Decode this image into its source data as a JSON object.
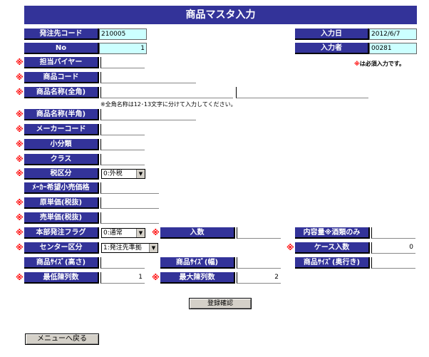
{
  "title": "商品マスタ入力",
  "required_mark": "※",
  "header": {
    "order_dest_label": "発注先コード",
    "order_dest_value": "210005",
    "no_label": "No",
    "no_value": "1",
    "entry_date_label": "入力日",
    "entry_date_value": "2012/6/7",
    "entry_user_label": "入力者",
    "entry_user_value": "00281"
  },
  "required_note": "※は必須入力です。",
  "fields": {
    "buyer": "担当バイヤー",
    "product_code": "商品コード",
    "product_name_full": "商品名称(全角)",
    "product_name_note": "※全角名称は12･13文字に分けて入力してください。",
    "product_name_half": "商品名称(半角)",
    "maker_code": "メーカーコード",
    "sub_category": "小分類",
    "class": "クラス",
    "tax_category": "税区分",
    "tax_category_value": "0:外税",
    "maker_retail_price": "ﾒｰｶｰ希望小売価格",
    "cost_price": "原単価(税抜)",
    "selling_price": "売単価(税抜)",
    "hq_order_flag": "本部発注フラグ",
    "hq_order_flag_value": "0:通常",
    "quantity": "入数",
    "content_alcohol": "内容量※酒類のみ",
    "center_category": "センター区分",
    "center_category_value": "1:発注先準拠",
    "case_quantity": "ケース入数",
    "case_quantity_value": "0",
    "size_height": "商品ｻｲｽﾞ(高さ)",
    "size_width": "商品ｻｲｽﾞ(幅)",
    "size_depth": "商品ｻｲｽﾞ(奥行き)",
    "min_display": "最低陳列数",
    "min_display_value": "1",
    "max_display": "最大陳列数",
    "max_display_value": "2"
  },
  "buttons": {
    "register_confirm": "登録確認",
    "back_to_menu": "メニューへ戻る"
  }
}
